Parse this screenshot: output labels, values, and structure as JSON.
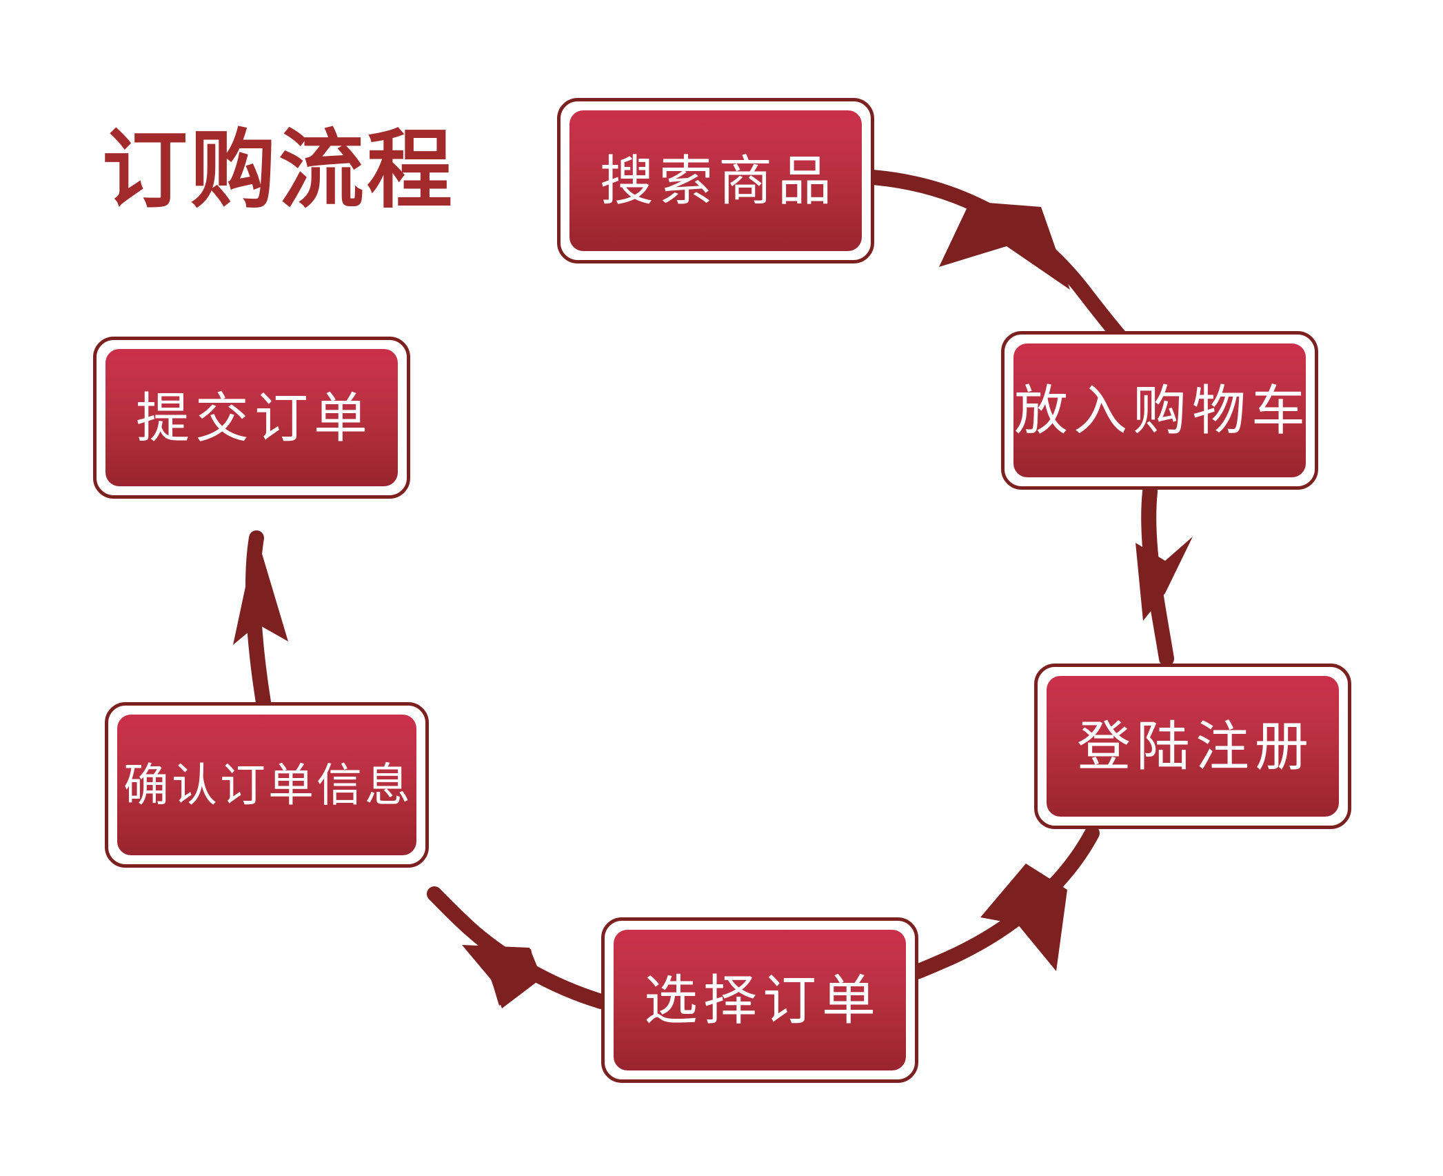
{
  "diagram": {
    "title": "订购流程",
    "type": "cycle-flowchart",
    "direction": "clockwise",
    "background_color": "#ffffff",
    "title_color": "#a32a2a",
    "node_border_color": "#7d2020",
    "node_fill_top_color": "#c9304a",
    "node_fill_bottom_color": "#992530",
    "node_text_color": "#ffffff",
    "arrow_color": "#7c2020",
    "nodes": [
      {
        "id": "search",
        "label": "搜索商品",
        "step": 1,
        "position": "top"
      },
      {
        "id": "cart",
        "label": "放入购物车",
        "step": 2,
        "position": "upper-right"
      },
      {
        "id": "login",
        "label": "登陆注册",
        "step": 3,
        "position": "lower-right"
      },
      {
        "id": "select",
        "label": "选择订单",
        "step": 4,
        "position": "bottom"
      },
      {
        "id": "confirm",
        "label": "确认订单信息",
        "step": 5,
        "position": "lower-left"
      },
      {
        "id": "submit",
        "label": "提交订单",
        "step": 6,
        "position": "upper-left"
      }
    ],
    "connectors": [
      {
        "from": "search",
        "to": "cart",
        "style": "curved-arrow"
      },
      {
        "from": "cart",
        "to": "login",
        "style": "curved-arrow"
      },
      {
        "from": "login",
        "to": "select",
        "style": "curved-arrow"
      },
      {
        "from": "select",
        "to": "confirm",
        "style": "curved-arrow"
      },
      {
        "from": "confirm",
        "to": "submit",
        "style": "curved-arrow"
      }
    ]
  }
}
